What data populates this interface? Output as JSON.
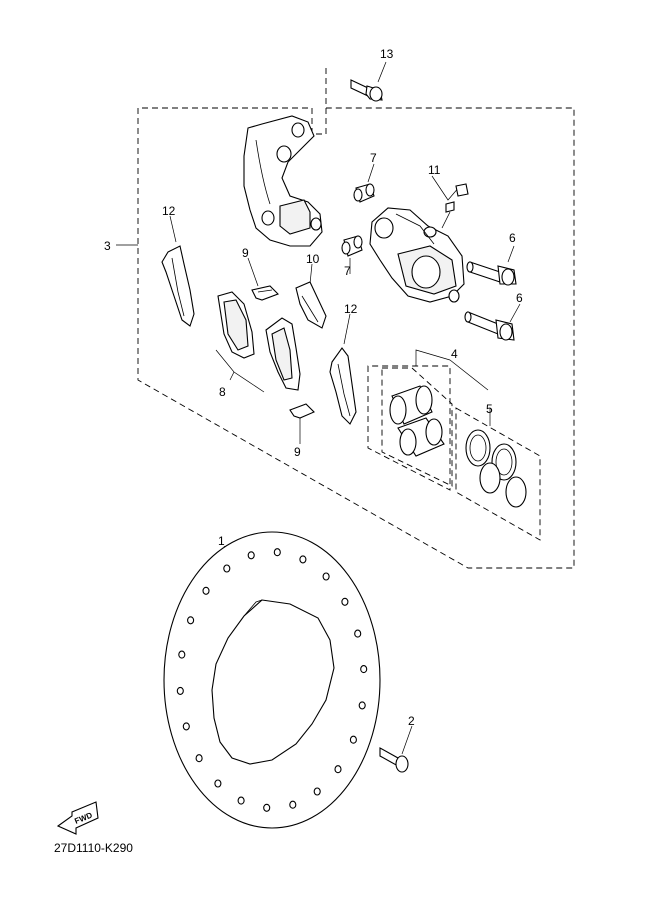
{
  "callouts": {
    "p1": "1",
    "p2": "2",
    "p3": "3",
    "p4": "4",
    "p5": "5",
    "p6a": "6",
    "p6b": "6",
    "p7a": "7",
    "p7b": "7",
    "p8": "8",
    "p9a": "9",
    "p9b": "9",
    "p10": "10",
    "p11": "11",
    "p12a": "12",
    "p12b": "12",
    "p13": "13"
  },
  "fwd_label": "FWD",
  "diagram_code": "27D1110-K290"
}
